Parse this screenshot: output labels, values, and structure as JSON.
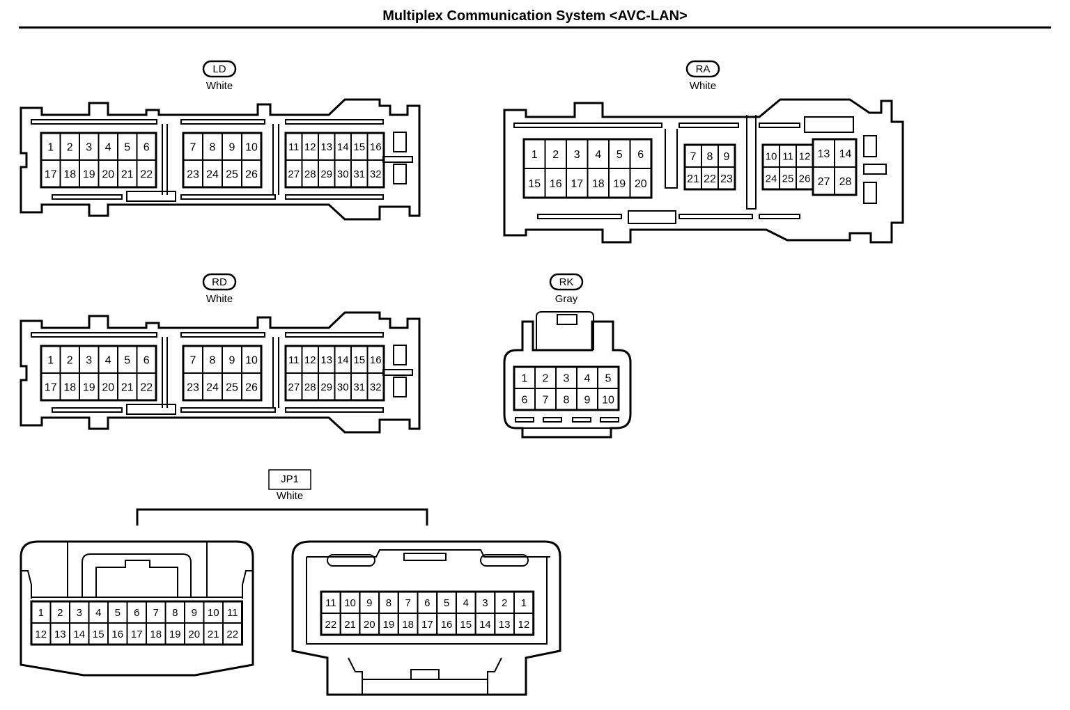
{
  "title": "Multiplex Communication System <AVC-LAN>",
  "connectors": [
    {
      "code": "LD",
      "color": "White",
      "rows": [
        [
          "1",
          "2",
          "3",
          "4",
          "5",
          "6",
          "7",
          "8",
          "9",
          "10",
          "11",
          "12",
          "13",
          "14",
          "15",
          "16"
        ],
        [
          "17",
          "18",
          "19",
          "20",
          "21",
          "22",
          "23",
          "24",
          "25",
          "26",
          "27",
          "28",
          "29",
          "30",
          "31",
          "32"
        ]
      ]
    },
    {
      "code": "RA",
      "color": "White",
      "rows": [
        [
          "1",
          "2",
          "3",
          "4",
          "5",
          "6",
          "7",
          "8",
          "9",
          "10",
          "11",
          "12",
          "13",
          "14"
        ],
        [
          "15",
          "16",
          "17",
          "18",
          "19",
          "20",
          "21",
          "22",
          "23",
          "24",
          "25",
          "26",
          "27",
          "28"
        ]
      ]
    },
    {
      "code": "RD",
      "color": "White",
      "rows": [
        [
          "1",
          "2",
          "3",
          "4",
          "5",
          "6",
          "7",
          "8",
          "9",
          "10",
          "11",
          "12",
          "13",
          "14",
          "15",
          "16"
        ],
        [
          "17",
          "18",
          "19",
          "20",
          "21",
          "22",
          "23",
          "24",
          "25",
          "26",
          "27",
          "28",
          "29",
          "30",
          "31",
          "32"
        ]
      ]
    },
    {
      "code": "RK",
      "color": "Gray",
      "rows": [
        [
          "1",
          "2",
          "3",
          "4",
          "5"
        ],
        [
          "6",
          "7",
          "8",
          "9",
          "10"
        ]
      ]
    },
    {
      "code": "JP1",
      "color": "White",
      "halves": [
        {
          "rows": [
            [
              "1",
              "2",
              "3",
              "4",
              "5",
              "6",
              "7",
              "8",
              "9",
              "10",
              "11"
            ],
            [
              "12",
              "13",
              "14",
              "15",
              "16",
              "17",
              "18",
              "19",
              "20",
              "21",
              "22"
            ]
          ]
        },
        {
          "rows": [
            [
              "11",
              "10",
              "9",
              "8",
              "7",
              "6",
              "5",
              "4",
              "3",
              "2",
              "1"
            ],
            [
              "22",
              "21",
              "20",
              "19",
              "18",
              "17",
              "16",
              "15",
              "14",
              "13",
              "12"
            ]
          ]
        }
      ]
    }
  ]
}
